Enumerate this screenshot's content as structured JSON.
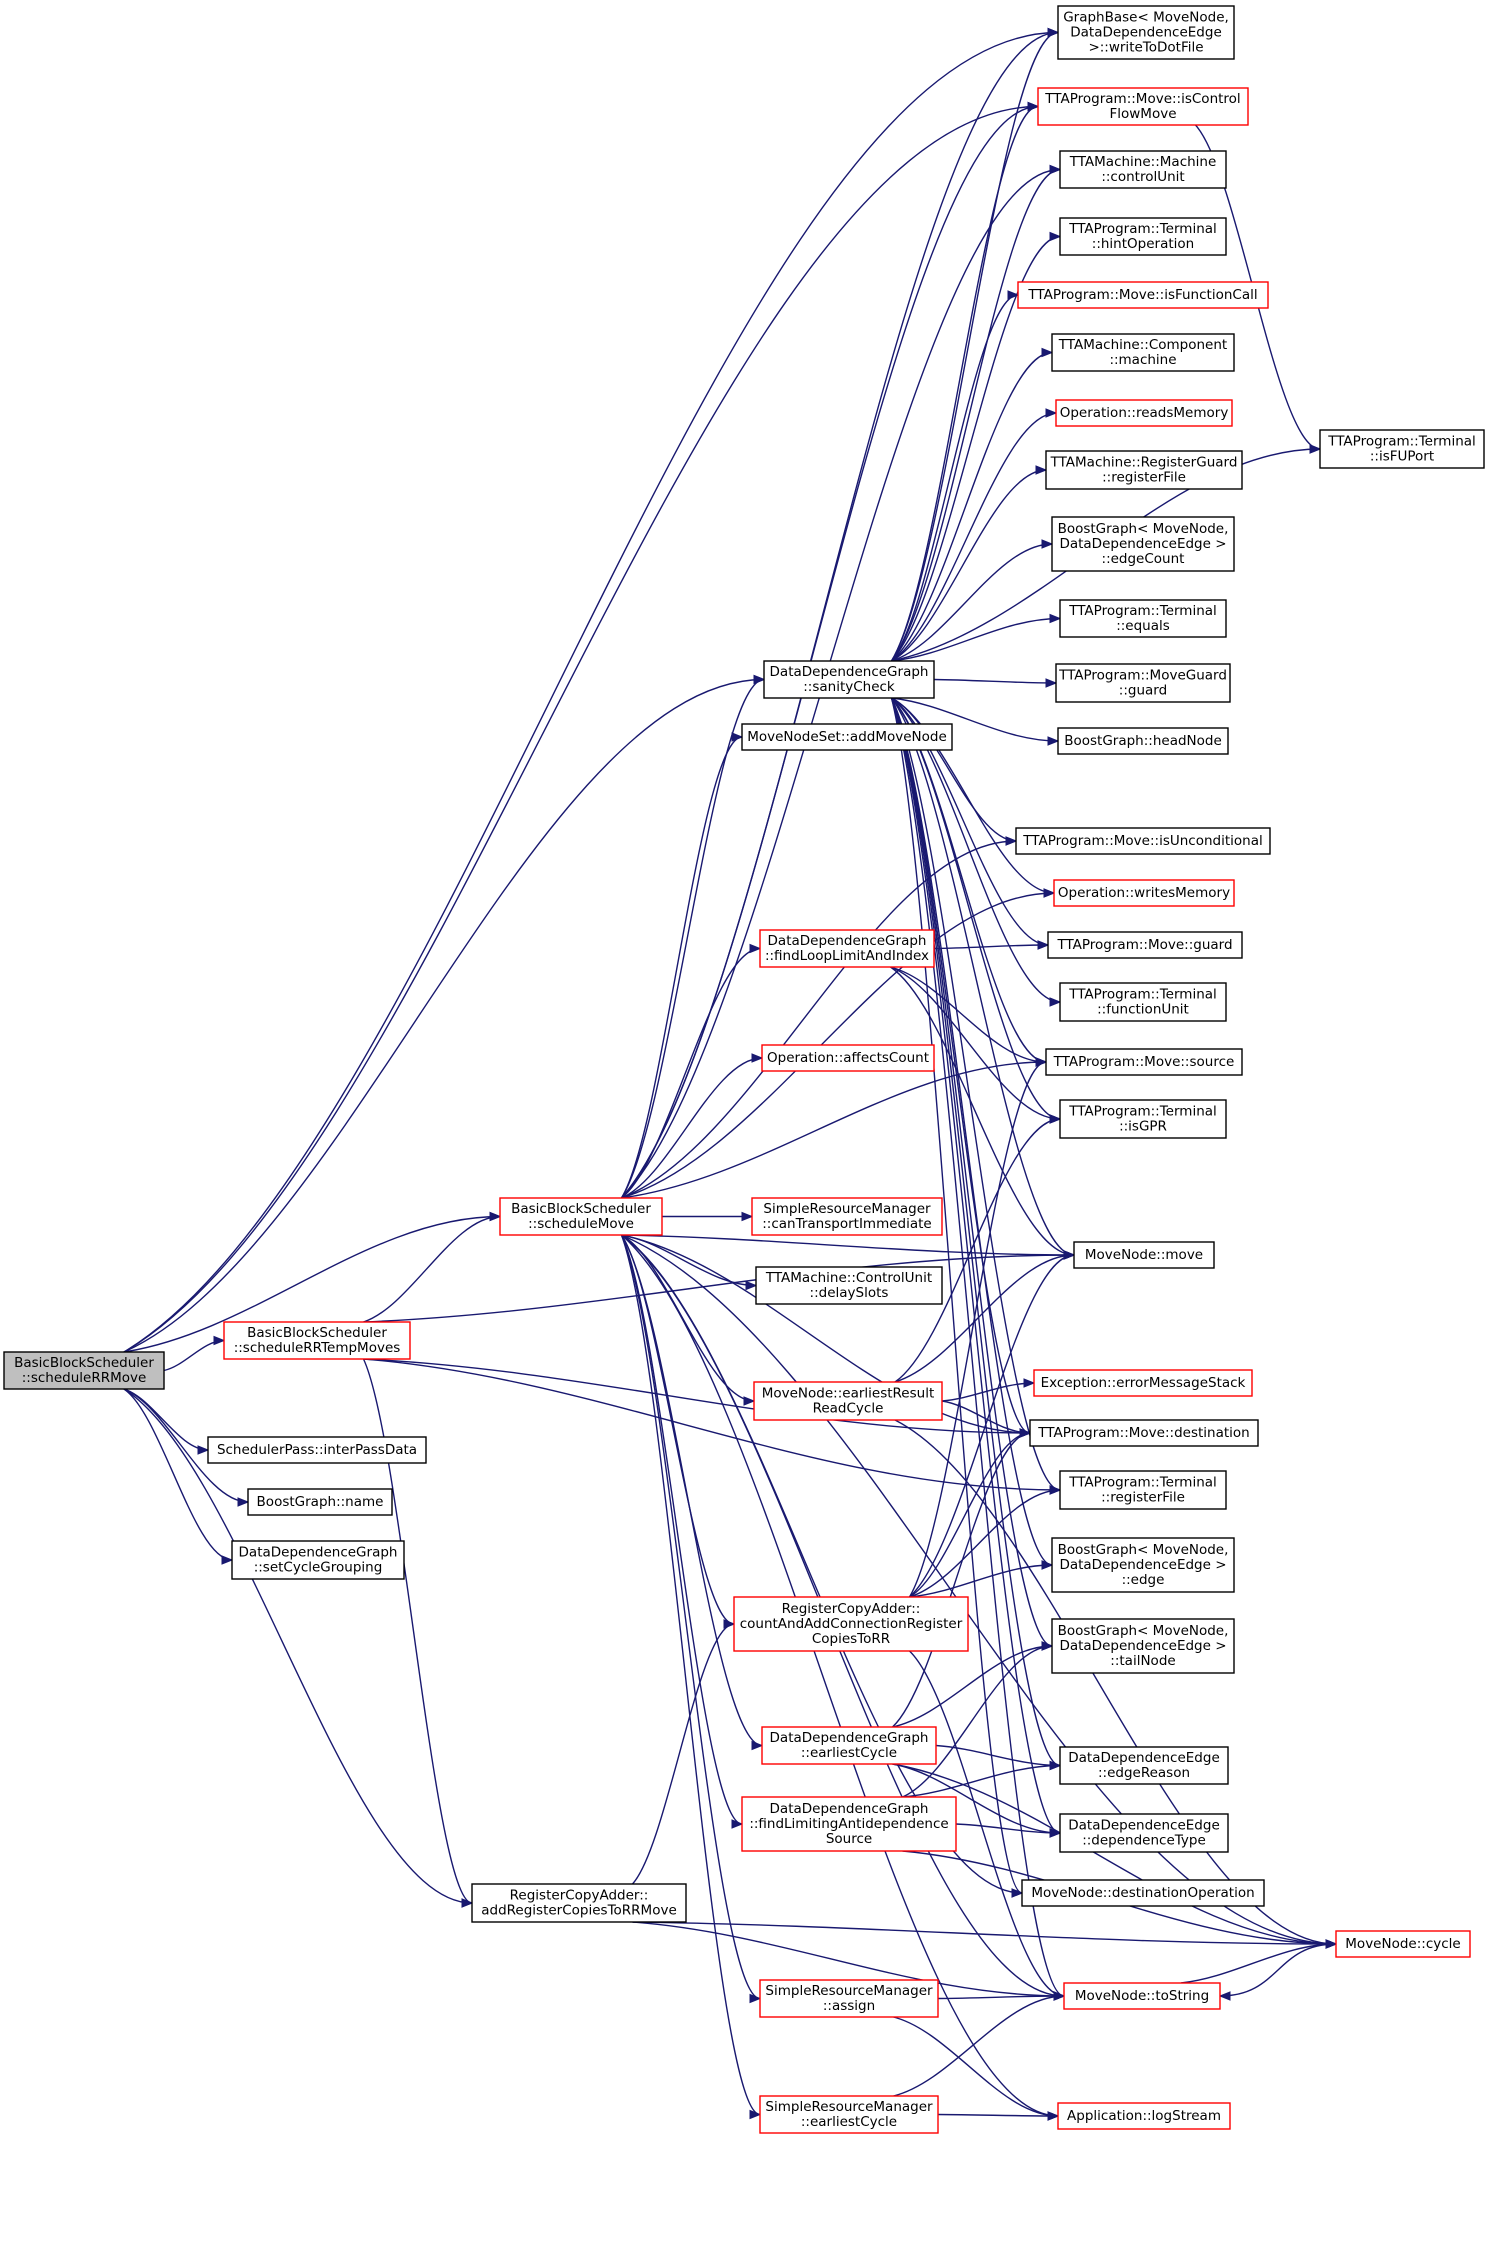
{
  "diagram": {
    "type": "call-graph",
    "colors": {
      "edge": "#191970",
      "node_border": "#000000",
      "node_border_highlight": "#ff0000",
      "root_fill": "#bfbfbf",
      "background": "#ffffff"
    },
    "nodes": [
      {
        "id": "root",
        "lines": [
          "BasicBlockScheduler",
          "::scheduleRRMove"
        ],
        "style": "root"
      },
      {
        "id": "scheduleMove",
        "lines": [
          "BasicBlockScheduler",
          "::scheduleMove"
        ],
        "style": "red"
      },
      {
        "id": "scheduleRRTemp",
        "lines": [
          "BasicBlockScheduler",
          "::scheduleRRTempMoves"
        ],
        "style": "red"
      },
      {
        "id": "interPassData",
        "lines": [
          "SchedulerPass::interPassData"
        ],
        "style": "black"
      },
      {
        "id": "bgName",
        "lines": [
          "BoostGraph::name"
        ],
        "style": "black"
      },
      {
        "id": "setCycleGrouping",
        "lines": [
          "DataDependenceGraph",
          "::setCycleGrouping"
        ],
        "style": "black"
      },
      {
        "id": "addRRCopies",
        "lines": [
          "RegisterCopyAdder::",
          "addRegisterCopiesToRRMove"
        ],
        "style": "black"
      },
      {
        "id": "sanityCheck",
        "lines": [
          "DataDependenceGraph",
          "::sanityCheck"
        ],
        "style": "black"
      },
      {
        "id": "addMoveNode",
        "lines": [
          "MoveNodeSet::addMoveNode"
        ],
        "style": "black"
      },
      {
        "id": "findLoopLimit",
        "lines": [
          "DataDependenceGraph",
          "::findLoopLimitAndIndex"
        ],
        "style": "red"
      },
      {
        "id": "affectsCount",
        "lines": [
          "Operation::affectsCount"
        ],
        "style": "red"
      },
      {
        "id": "canTransportImm",
        "lines": [
          "SimpleResourceManager",
          "::canTransportImmediate"
        ],
        "style": "red"
      },
      {
        "id": "delaySlots",
        "lines": [
          "TTAMachine::ControlUnit",
          "::delaySlots"
        ],
        "style": "black"
      },
      {
        "id": "earliestResultRead",
        "lines": [
          "MoveNode::earliestResult",
          "ReadCycle"
        ],
        "style": "red"
      },
      {
        "id": "countAndAdd",
        "lines": [
          "RegisterCopyAdder::",
          "countAndAddConnectionRegister",
          "CopiesToRR"
        ],
        "style": "red"
      },
      {
        "id": "ddgEarliestCycle",
        "lines": [
          "DataDependenceGraph",
          "::earliestCycle"
        ],
        "style": "red"
      },
      {
        "id": "findLimitingAnti",
        "lines": [
          "DataDependenceGraph",
          "::findLimitingAntidependence",
          "Source"
        ],
        "style": "red"
      },
      {
        "id": "srmAssign",
        "lines": [
          "SimpleResourceManager",
          "::assign"
        ],
        "style": "red"
      },
      {
        "id": "srmEarliestCycle",
        "lines": [
          "SimpleResourceManager",
          "::earliestCycle"
        ],
        "style": "red"
      },
      {
        "id": "writeToDotFile",
        "lines": [
          "GraphBase< MoveNode,",
          "DataDependenceEdge",
          " >::writeToDotFile"
        ],
        "style": "black"
      },
      {
        "id": "isControlFlowMove",
        "lines": [
          "TTAProgram::Move::isControl",
          "FlowMove"
        ],
        "style": "red"
      },
      {
        "id": "controlUnit",
        "lines": [
          "TTAMachine::Machine",
          "::controlUnit"
        ],
        "style": "black"
      },
      {
        "id": "hintOperation",
        "lines": [
          "TTAProgram::Terminal",
          "::hintOperation"
        ],
        "style": "black"
      },
      {
        "id": "isFunctionCall",
        "lines": [
          "TTAProgram::Move::isFunctionCall"
        ],
        "style": "red"
      },
      {
        "id": "componentMachine",
        "lines": [
          "TTAMachine::Component",
          "::machine"
        ],
        "style": "black"
      },
      {
        "id": "readsMemory",
        "lines": [
          "Operation::readsMemory"
        ],
        "style": "red"
      },
      {
        "id": "registerGuardRF",
        "lines": [
          "TTAMachine::RegisterGuard",
          "::registerFile"
        ],
        "style": "black"
      },
      {
        "id": "edgeCount",
        "lines": [
          "BoostGraph< MoveNode,",
          "DataDependenceEdge >",
          "::edgeCount"
        ],
        "style": "black"
      },
      {
        "id": "terminalEquals",
        "lines": [
          "TTAProgram::Terminal",
          "::equals"
        ],
        "style": "black"
      },
      {
        "id": "moveGuardGuard",
        "lines": [
          "TTAProgram::MoveGuard",
          "::guard"
        ],
        "style": "black"
      },
      {
        "id": "headNode",
        "lines": [
          "BoostGraph::headNode"
        ],
        "style": "black"
      },
      {
        "id": "isUnconditional",
        "lines": [
          "TTAProgram::Move::isUnconditional"
        ],
        "style": "black"
      },
      {
        "id": "writesMemory",
        "lines": [
          "Operation::writesMemory"
        ],
        "style": "red"
      },
      {
        "id": "moveGuard",
        "lines": [
          "TTAProgram::Move::guard"
        ],
        "style": "black"
      },
      {
        "id": "functionUnit",
        "lines": [
          "TTAProgram::Terminal",
          "::functionUnit"
        ],
        "style": "black"
      },
      {
        "id": "moveSource",
        "lines": [
          "TTAProgram::Move::source"
        ],
        "style": "black"
      },
      {
        "id": "isGPR",
        "lines": [
          "TTAProgram::Terminal",
          "::isGPR"
        ],
        "style": "black"
      },
      {
        "id": "moveNodeMove",
        "lines": [
          "MoveNode::move"
        ],
        "style": "black"
      },
      {
        "id": "errorMessageStack",
        "lines": [
          "Exception::errorMessageStack"
        ],
        "style": "red"
      },
      {
        "id": "moveDestination",
        "lines": [
          "TTAProgram::Move::destination"
        ],
        "style": "black"
      },
      {
        "id": "terminalRF",
        "lines": [
          "TTAProgram::Terminal",
          "::registerFile"
        ],
        "style": "black"
      },
      {
        "id": "bgEdge",
        "lines": [
          "BoostGraph< MoveNode,",
          "DataDependenceEdge >",
          "::edge"
        ],
        "style": "black"
      },
      {
        "id": "bgTailNode",
        "lines": [
          "BoostGraph< MoveNode,",
          "DataDependenceEdge >",
          "::tailNode"
        ],
        "style": "black"
      },
      {
        "id": "edgeReason",
        "lines": [
          "DataDependenceEdge",
          "::edgeReason"
        ],
        "style": "black"
      },
      {
        "id": "dependenceType",
        "lines": [
          "DataDependenceEdge",
          "::dependenceType"
        ],
        "style": "black"
      },
      {
        "id": "destinationOperation",
        "lines": [
          "MoveNode::destinationOperation"
        ],
        "style": "black"
      },
      {
        "id": "moveNodeCycle",
        "lines": [
          "MoveNode::cycle"
        ],
        "style": "red"
      },
      {
        "id": "toString",
        "lines": [
          "MoveNode::toString"
        ],
        "style": "red"
      },
      {
        "id": "logStream",
        "lines": [
          "Application::logStream"
        ],
        "style": "red"
      },
      {
        "id": "isFUPort",
        "lines": [
          "TTAProgram::Terminal",
          "::isFUPort"
        ],
        "style": "black"
      }
    ],
    "edges": [
      [
        "root",
        "scheduleMove"
      ],
      [
        "root",
        "scheduleRRTemp"
      ],
      [
        "root",
        "interPassData"
      ],
      [
        "root",
        "bgName"
      ],
      [
        "root",
        "setCycleGrouping"
      ],
      [
        "root",
        "addRRCopies"
      ],
      [
        "root",
        "sanityCheck"
      ],
      [
        "root",
        "writeToDotFile"
      ],
      [
        "root",
        "isControlFlowMove"
      ],
      [
        "scheduleRRTemp",
        "scheduleMove"
      ],
      [
        "scheduleRRTemp",
        "moveNodeMove"
      ],
      [
        "scheduleRRTemp",
        "moveDestination"
      ],
      [
        "scheduleRRTemp",
        "terminalRF"
      ],
      [
        "scheduleRRTemp",
        "addRRCopies"
      ],
      [
        "addRRCopies",
        "countAndAdd"
      ],
      [
        "addRRCopies",
        "toString"
      ],
      [
        "addRRCopies",
        "moveNodeCycle"
      ],
      [
        "scheduleMove",
        "sanityCheck"
      ],
      [
        "scheduleMove",
        "addMoveNode"
      ],
      [
        "scheduleMove",
        "findLoopLimit"
      ],
      [
        "scheduleMove",
        "affectsCount"
      ],
      [
        "scheduleMove",
        "canTransportImm"
      ],
      [
        "scheduleMove",
        "delaySlots"
      ],
      [
        "scheduleMove",
        "earliestResultRead"
      ],
      [
        "scheduleMove",
        "countAndAdd"
      ],
      [
        "scheduleMove",
        "ddgEarliestCycle"
      ],
      [
        "scheduleMove",
        "findLimitingAnti"
      ],
      [
        "scheduleMove",
        "srmAssign"
      ],
      [
        "scheduleMove",
        "srmEarliestCycle"
      ],
      [
        "scheduleMove",
        "writeToDotFile"
      ],
      [
        "scheduleMove",
        "isControlFlowMove"
      ],
      [
        "scheduleMove",
        "controlUnit"
      ],
      [
        "scheduleMove",
        "isUnconditional"
      ],
      [
        "scheduleMove",
        "writesMemory"
      ],
      [
        "scheduleMove",
        "moveSource"
      ],
      [
        "scheduleMove",
        "moveNodeMove"
      ],
      [
        "scheduleMove",
        "moveNodeCycle"
      ],
      [
        "scheduleMove",
        "moveDestination"
      ],
      [
        "scheduleMove",
        "destinationOperation"
      ],
      [
        "scheduleMove",
        "toString"
      ],
      [
        "scheduleMove",
        "logStream"
      ],
      [
        "sanityCheck",
        "writeToDotFile"
      ],
      [
        "sanityCheck",
        "isControlFlowMove"
      ],
      [
        "sanityCheck",
        "controlUnit"
      ],
      [
        "sanityCheck",
        "hintOperation"
      ],
      [
        "sanityCheck",
        "isFunctionCall"
      ],
      [
        "sanityCheck",
        "componentMachine"
      ],
      [
        "sanityCheck",
        "readsMemory"
      ],
      [
        "sanityCheck",
        "registerGuardRF"
      ],
      [
        "sanityCheck",
        "edgeCount"
      ],
      [
        "sanityCheck",
        "terminalEquals"
      ],
      [
        "sanityCheck",
        "moveGuardGuard"
      ],
      [
        "sanityCheck",
        "headNode"
      ],
      [
        "sanityCheck",
        "isFUPort"
      ],
      [
        "sanityCheck",
        "isUnconditional"
      ],
      [
        "sanityCheck",
        "writesMemory"
      ],
      [
        "sanityCheck",
        "moveGuard"
      ],
      [
        "sanityCheck",
        "functionUnit"
      ],
      [
        "sanityCheck",
        "moveSource"
      ],
      [
        "sanityCheck",
        "isGPR"
      ],
      [
        "sanityCheck",
        "moveNodeMove"
      ],
      [
        "sanityCheck",
        "moveDestination"
      ],
      [
        "sanityCheck",
        "terminalRF"
      ],
      [
        "sanityCheck",
        "bgEdge"
      ],
      [
        "sanityCheck",
        "bgTailNode"
      ],
      [
        "sanityCheck",
        "edgeReason"
      ],
      [
        "sanityCheck",
        "dependenceType"
      ],
      [
        "sanityCheck",
        "destinationOperation"
      ],
      [
        "sanityCheck",
        "toString"
      ],
      [
        "isControlFlowMove",
        "isFUPort"
      ],
      [
        "findLoopLimit",
        "moveGuard"
      ],
      [
        "findLoopLimit",
        "moveSource"
      ],
      [
        "findLoopLimit",
        "isGPR"
      ],
      [
        "findLoopLimit",
        "moveNodeMove"
      ],
      [
        "earliestResultRead",
        "moveNodeMove"
      ],
      [
        "earliestResultRead",
        "isGPR"
      ],
      [
        "earliestResultRead",
        "errorMessageStack"
      ],
      [
        "earliestResultRead",
        "moveDestination"
      ],
      [
        "earliestResultRead",
        "moveNodeCycle"
      ],
      [
        "countAndAdd",
        "moveNodeMove"
      ],
      [
        "countAndAdd",
        "moveSource"
      ],
      [
        "countAndAdd",
        "moveDestination"
      ],
      [
        "countAndAdd",
        "terminalRF"
      ],
      [
        "countAndAdd",
        "bgEdge"
      ],
      [
        "countAndAdd",
        "toString"
      ],
      [
        "ddgEarliestCycle",
        "moveNodeCycle"
      ],
      [
        "ddgEarliestCycle",
        "edgeReason"
      ],
      [
        "ddgEarliestCycle",
        "dependenceType"
      ],
      [
        "ddgEarliestCycle",
        "bgTailNode"
      ],
      [
        "ddgEarliestCycle",
        "moveDestination"
      ],
      [
        "findLimitingAnti",
        "bgTailNode"
      ],
      [
        "findLimitingAnti",
        "edgeReason"
      ],
      [
        "findLimitingAnti",
        "dependenceType"
      ],
      [
        "findLimitingAnti",
        "moveNodeCycle"
      ],
      [
        "srmAssign",
        "toString"
      ],
      [
        "srmAssign",
        "logStream"
      ],
      [
        "srmEarliestCycle",
        "toString"
      ],
      [
        "srmEarliestCycle",
        "logStream"
      ],
      [
        "toString",
        "moveNodeCycle"
      ],
      [
        "moveNodeCycle",
        "toString"
      ]
    ]
  }
}
